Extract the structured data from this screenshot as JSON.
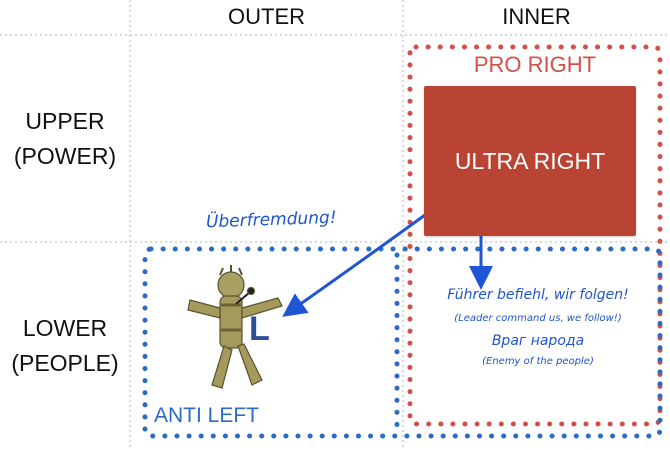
{
  "columns": {
    "outer": "OUTER",
    "inner": "INNER"
  },
  "rows": {
    "upper_line1": "UPPER",
    "upper_line2": "(POWER)",
    "lower_line1": "LOWER",
    "lower_line2": "(PEOPLE)"
  },
  "regions": {
    "pro_right": "PRO RIGHT",
    "ultra_right": "ULTRA RIGHT",
    "anti_left": "ANTI LEFT"
  },
  "annotations": {
    "ueberfremdung": "Überfremdung!",
    "fuehrer": "Führer befiehl, wir folgen!",
    "leader_translation": "(Leader command us, we follow!)",
    "vrag": "Враг народа",
    "enemy_translation": "(Enemy of the people)",
    "doll_letter": "L"
  },
  "colors": {
    "red": "#d2504a",
    "ultra_fill": "#b94433",
    "blue": "#2b6bc4",
    "grid": "#b5b5b5"
  }
}
